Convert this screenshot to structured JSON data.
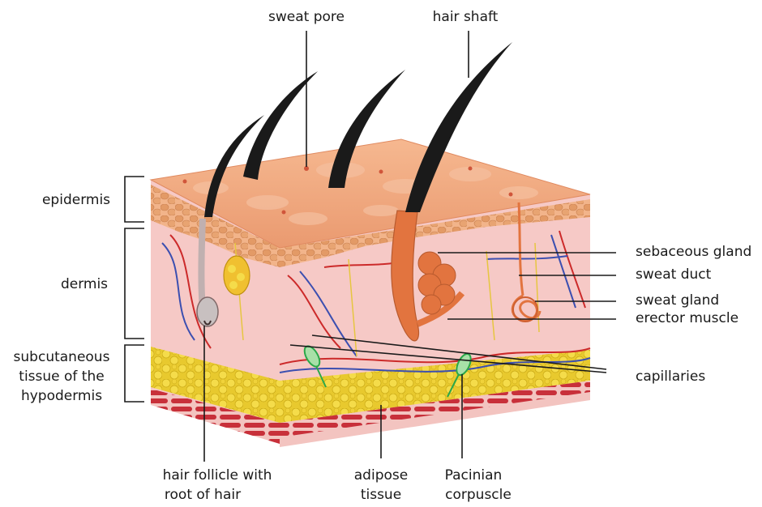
{
  "labels": {
    "sweat_pore": "sweat pore",
    "hair_shaft": "hair shaft",
    "epidermis": "epidermis",
    "dermis": "dermis",
    "subcutaneous_1": "subcutaneous",
    "subcutaneous_2": "tissue of the",
    "subcutaneous_3": "hypodermis",
    "sebaceous_gland": "sebaceous gland",
    "sweat_duct": "sweat duct",
    "sweat_gland": "sweat gland",
    "erector_muscle": "erector muscle",
    "capillaries": "capillaries",
    "hair_follicle_1": "hair follicle with",
    "hair_follicle_2": "root of hair",
    "adipose_1": "adipose",
    "adipose_2": "tissue",
    "pacinian_1": "Pacinian",
    "pacinian_2": "corpuscle"
  },
  "colors": {
    "skin_top": "#f0a27a",
    "epidermis_cells": "#e8a070",
    "dermis": "#f6c9c6",
    "dermis_dark": "#eeb3b0",
    "fat": "#f0d23a",
    "fat_edge": "#c9a814",
    "muscle_red": "#c8303a",
    "hair": "#1a1a1a",
    "follicle": "#e2743f",
    "vessel_red": "#cc2a2a",
    "vessel_blue": "#3c4fb0",
    "nerve_yellow": "#e6c640",
    "corpuscle_green": "#2aa84a"
  }
}
